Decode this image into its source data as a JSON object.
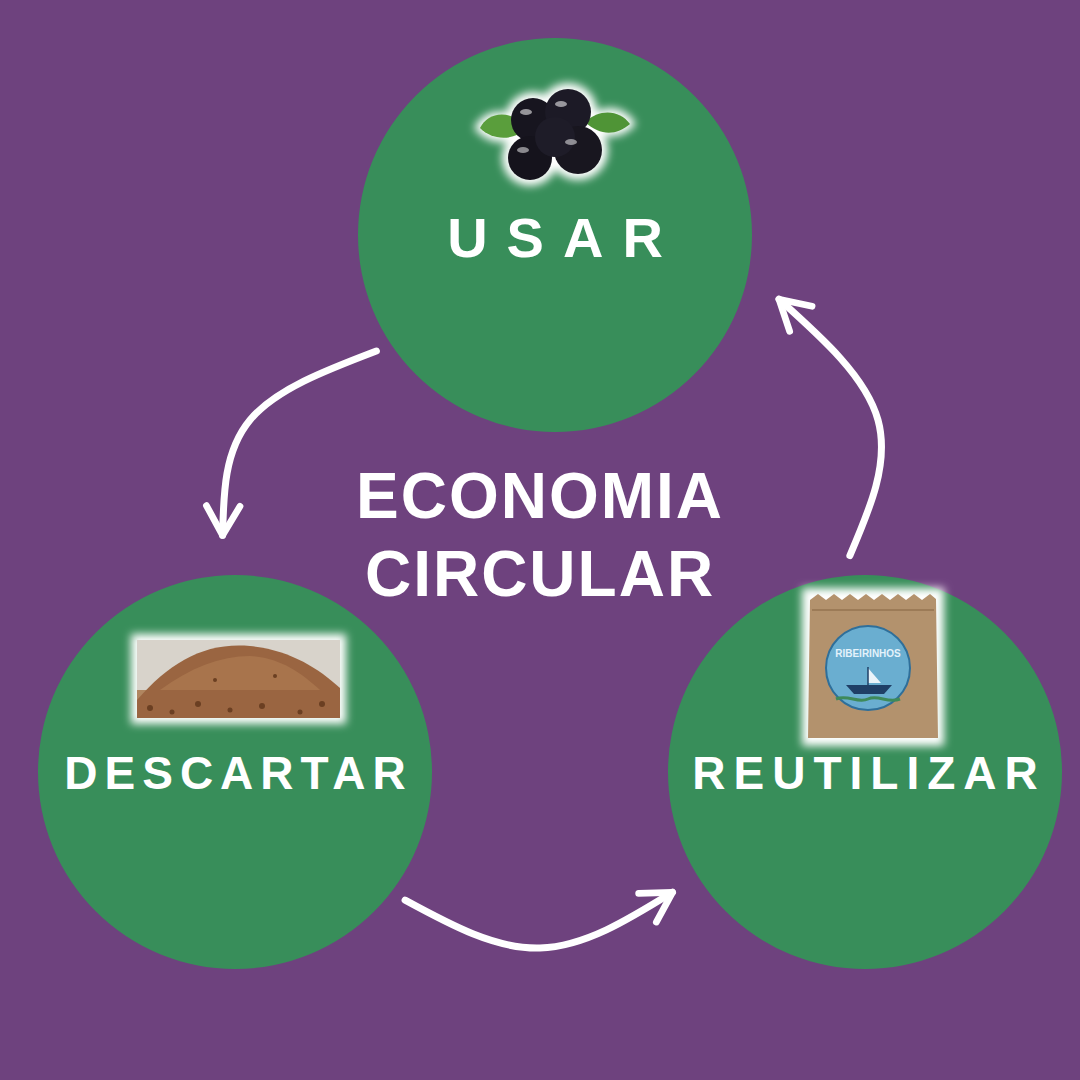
{
  "diagram": {
    "title": "ECONOMIA CIRCULAR",
    "nodes": [
      {
        "text": [
          "USAR"
        ]
      },
      {
        "text": [
          "DESCARTAR"
        ]
      },
      {
        "text": [
          "REUTILIZAR"
        ]
      }
    ],
    "edges": [
      {
        "from": 0,
        "to": 1,
        "arrow": "to"
      },
      {
        "from": 1,
        "to": 2,
        "arrow": "to"
      },
      {
        "from": 2,
        "to": 0,
        "arrow": "to"
      }
    ],
    "labels": [
      "RIBEIRINHOS"
    ]
  }
}
